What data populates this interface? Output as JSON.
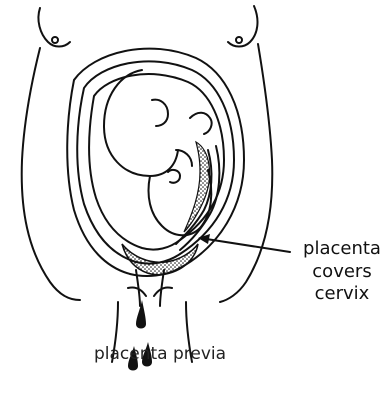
{
  "diagram": {
    "labels": {
      "placenta_line1": "placenta",
      "placenta_line2": "covers",
      "placenta_line3": "cervix"
    },
    "caption": "placenta previa",
    "colors": {
      "ink": "#111111",
      "background": "#ffffff"
    }
  }
}
